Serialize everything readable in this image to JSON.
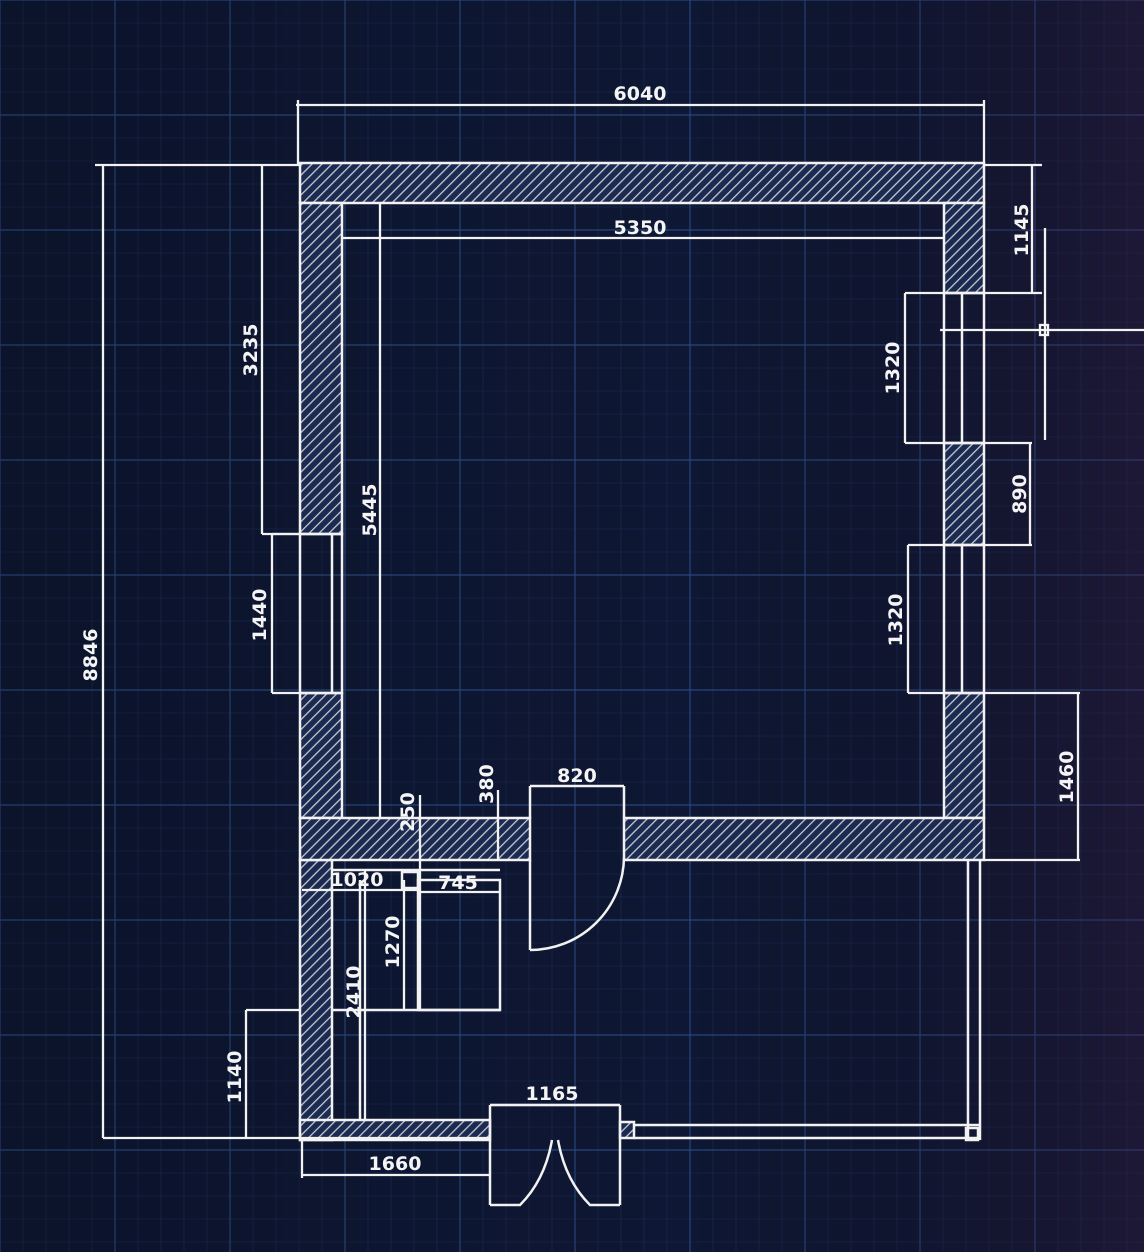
{
  "theme": {
    "background": "#0e1733",
    "grid_line": "#2a4a80",
    "line": "#f2f2f2",
    "hatch": "#c9c9c9"
  },
  "dimensions": {
    "outer_width": "6040",
    "inner_width": "5350",
    "top_left_segment": "3235",
    "window_left": "1440",
    "total_height": "8846",
    "inner_height": "5445",
    "right_top": "1145",
    "window_right_upper": "1320",
    "right_pier": "890",
    "window_right_lower": "1320",
    "right_bottom": "1460",
    "partition_offset": "380",
    "small_dim": "250",
    "door_inner": "820",
    "closet_width": "1020",
    "bath_width": "745",
    "bath_height": "1270",
    "corridor_height": "2410",
    "bottom_left_height": "1140",
    "entrance_door": "1165",
    "entrance_offset": "1660"
  }
}
